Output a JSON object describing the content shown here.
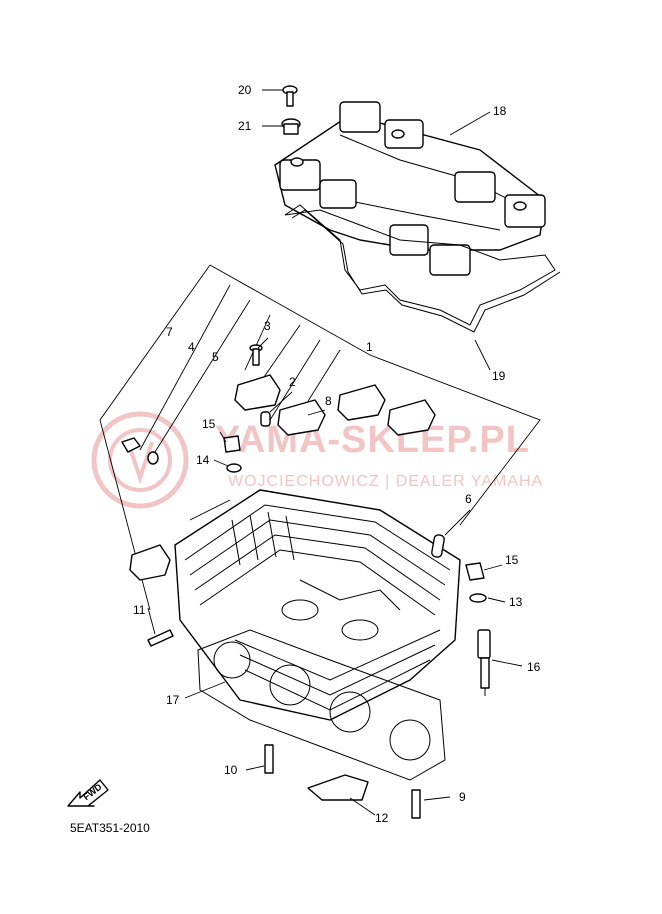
{
  "diagram_code": "5EAT351-2010",
  "fwd_label": "FWD",
  "watermark": {
    "main": "YAMA-SKLEP.PL",
    "sub": "WOJCIECHOWICZ | DEALER YAMAHA",
    "color": "#f2c4c4"
  },
  "callouts": [
    "1",
    "2",
    "3",
    "4",
    "5",
    "6",
    "7",
    "8",
    "9",
    "10",
    "11",
    "12",
    "13",
    "14",
    "15",
    "15",
    "16",
    "17",
    "18",
    "19",
    "20",
    "21"
  ]
}
